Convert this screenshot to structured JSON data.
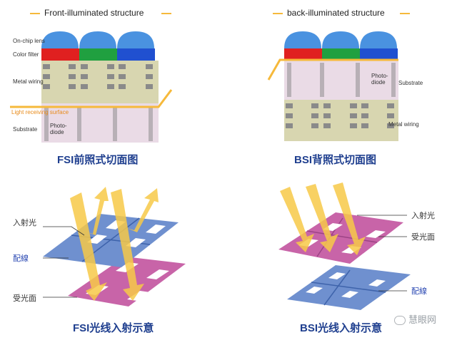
{
  "front": {
    "title": "Front-illuminated structure",
    "labels": {
      "lens": "On-chip lens",
      "filter": "Color filter",
      "wiring": "Metal wiring",
      "surface": "Light receiving surface",
      "substrate": "Substrate",
      "photodiode": "Photo-\ndiode"
    },
    "caption": "FSI前照式切面图"
  },
  "back": {
    "title": "back-illuminated structure",
    "labels": {
      "photodiode": "Photo-\ndiode",
      "substrate": "Substrate",
      "wiring": "Metal wiring"
    },
    "caption": "BSI背照式切面图"
  },
  "fsi_light": {
    "incident": "入射光",
    "wiring": "配線",
    "receiving": "受光面",
    "caption": "FSI光线入射示意"
  },
  "bsi_light": {
    "incident": "入射光",
    "receiving": "受光面",
    "wiring": "配線",
    "caption": "BSI光线入射示意"
  },
  "watermark": "慧眼网",
  "colors": {
    "lens": "#3f86d8",
    "red": "#e02020",
    "green": "#20a040",
    "blue": "#2050d0",
    "wiring_layer": "#d8d6b0",
    "substrate": "#eadbe6",
    "accent": "#f6b93b",
    "wiring_plate": "#5b7fc7",
    "receiving_plate": "#c864a8",
    "caption": "#1f3f8f"
  }
}
